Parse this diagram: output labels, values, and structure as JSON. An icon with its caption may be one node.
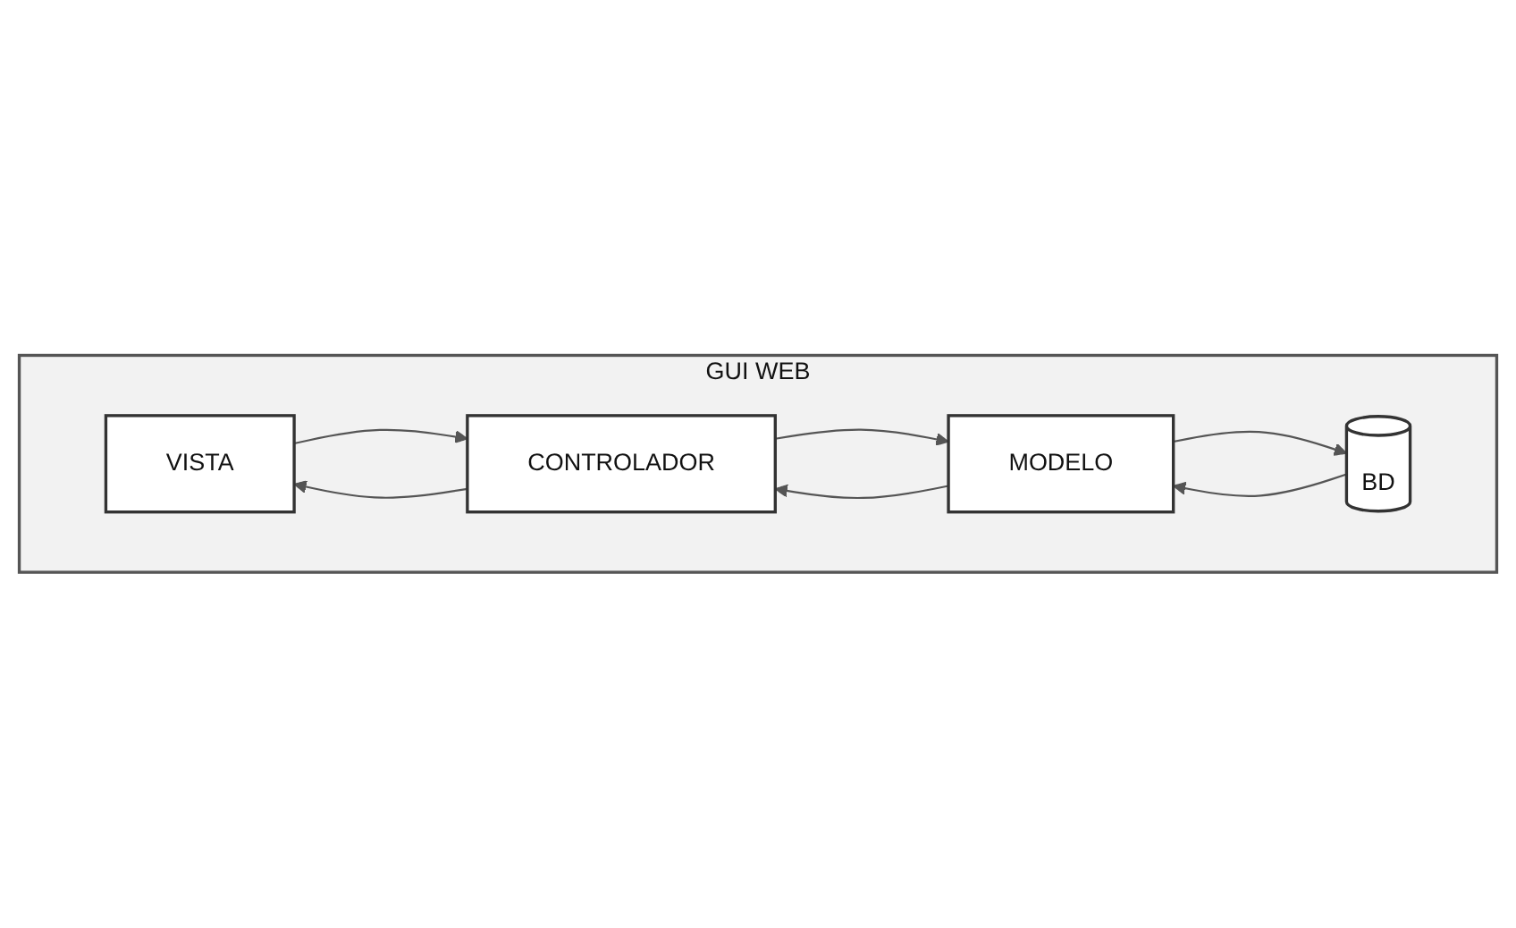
{
  "diagram": {
    "nodes": [
      {
        "text": [
          "GUI WEB"
        ]
      },
      {
        "text": [
          "VISTA"
        ],
        "in": 0
      },
      {
        "text": [
          "CONTROLADOR"
        ],
        "in": 0
      },
      {
        "text": [
          "MODELO"
        ],
        "in": 0
      },
      {
        "text": [
          "BD"
        ],
        "in": 0
      }
    ],
    "edges": [
      {
        "from": 2,
        "to": 1,
        "arrow": "to"
      },
      {
        "from": 1,
        "to": 2,
        "arrow": "to"
      },
      {
        "from": 2,
        "to": 3,
        "arrow": "to"
      },
      {
        "from": 3,
        "to": 2,
        "arrow": "to"
      },
      {
        "from": 3,
        "to": 4,
        "arrow": "to"
      },
      {
        "from": 4,
        "to": 3,
        "arrow": "to"
      }
    ]
  }
}
